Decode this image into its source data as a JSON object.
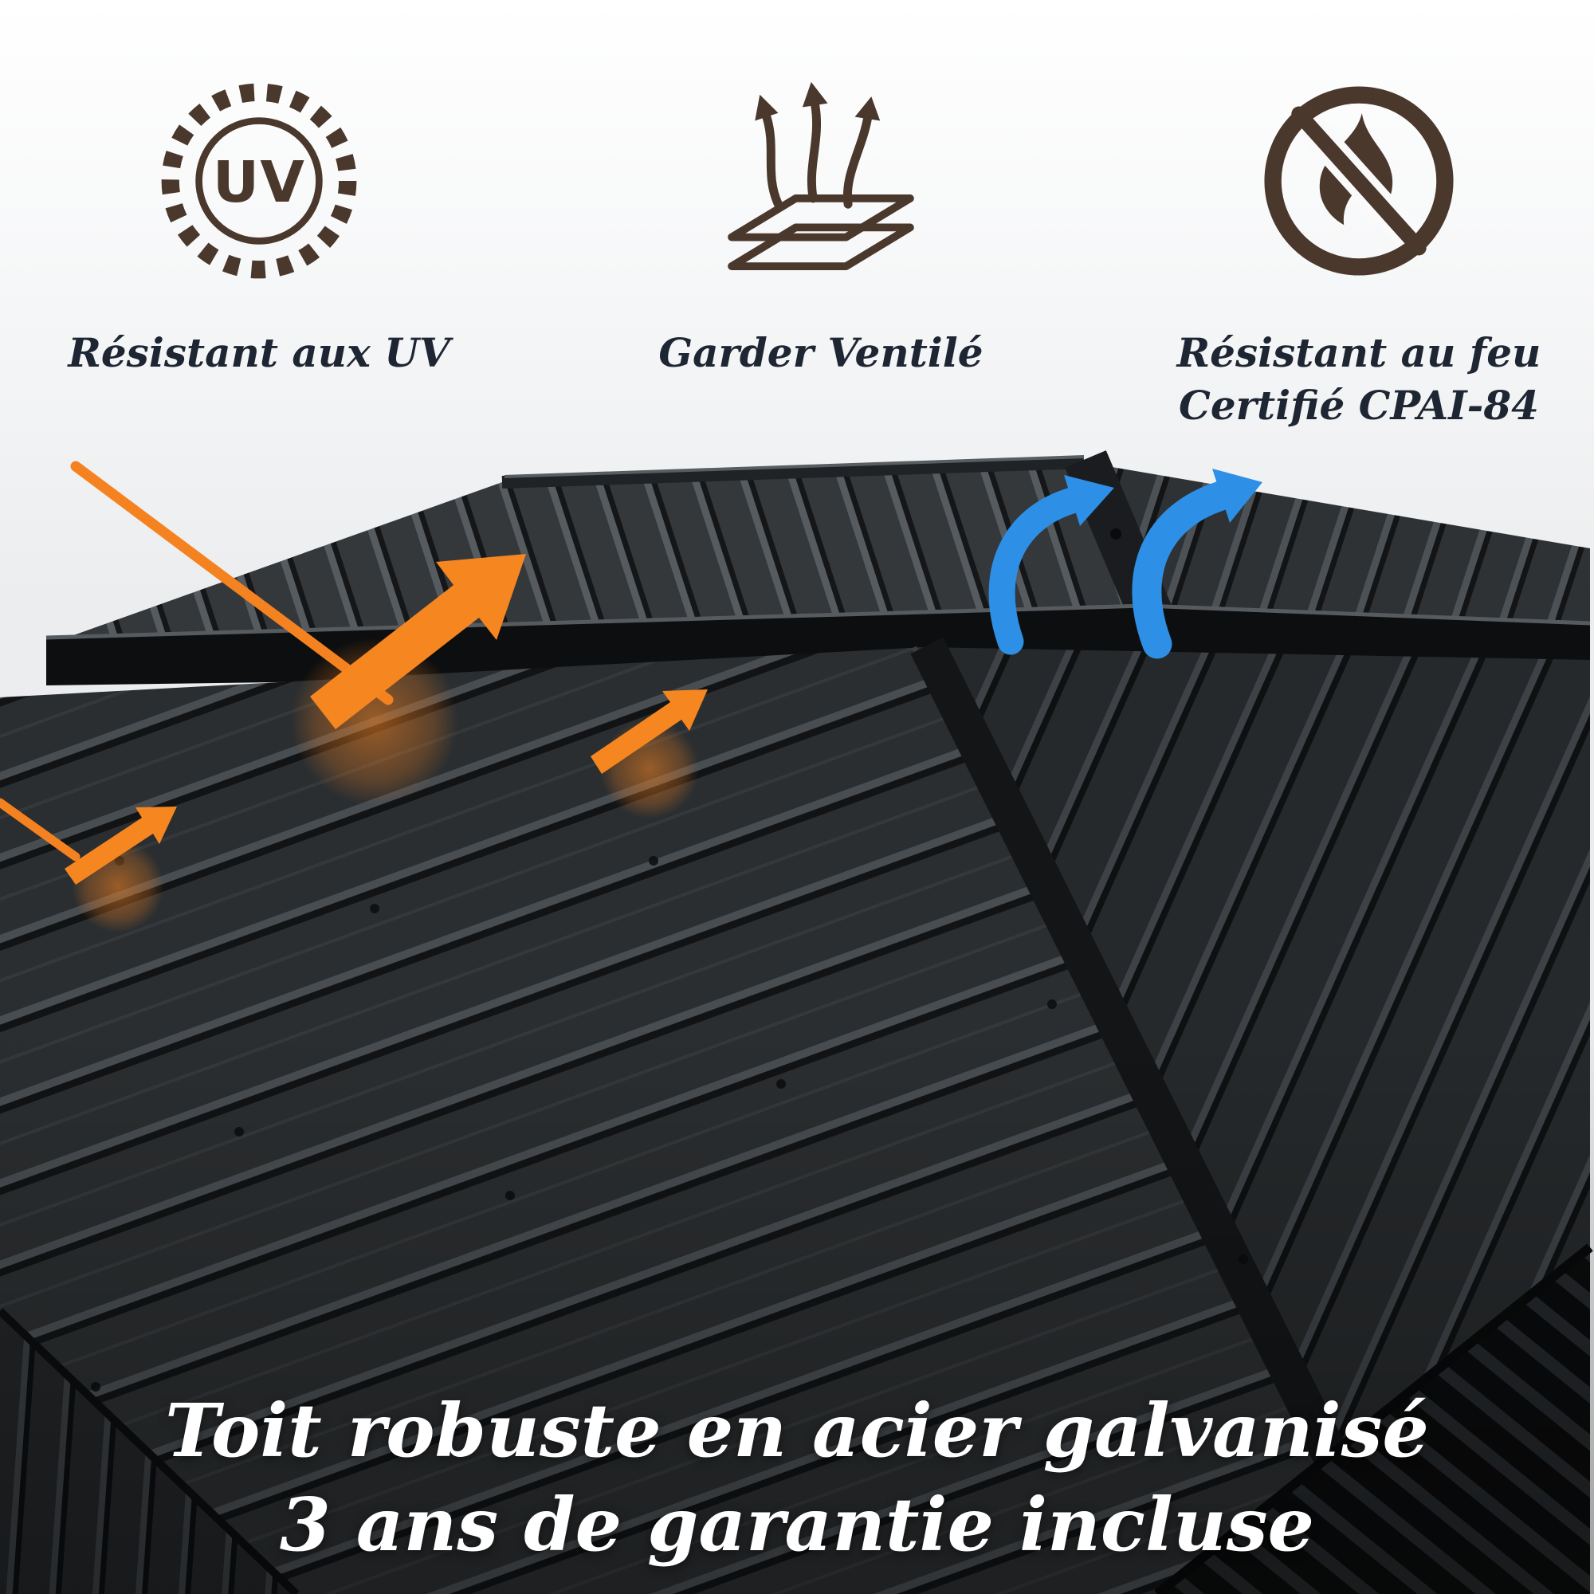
{
  "features": {
    "uv": {
      "icon": "sun-uv-icon",
      "icon_text": "UV",
      "label": "Résistant aux UV"
    },
    "vent": {
      "icon": "airflow-layers-icon",
      "label": "Garder Ventilé"
    },
    "fire": {
      "icon": "no-fire-icon",
      "label_line1": "Résistant au feu",
      "label_line2": "Certifié CPAI-84"
    }
  },
  "caption": {
    "line1": "Toit robuste en acier galvanisé",
    "line2": "3 ans de garantie incluse"
  },
  "colors": {
    "icon_brown": "#4a382c",
    "label_dark": "#1e2633",
    "arrow_orange": "#f58220",
    "arrow_blue": "#2e8fe6",
    "roof_dark": "#2b2e30",
    "caption_white": "#ffffff"
  }
}
